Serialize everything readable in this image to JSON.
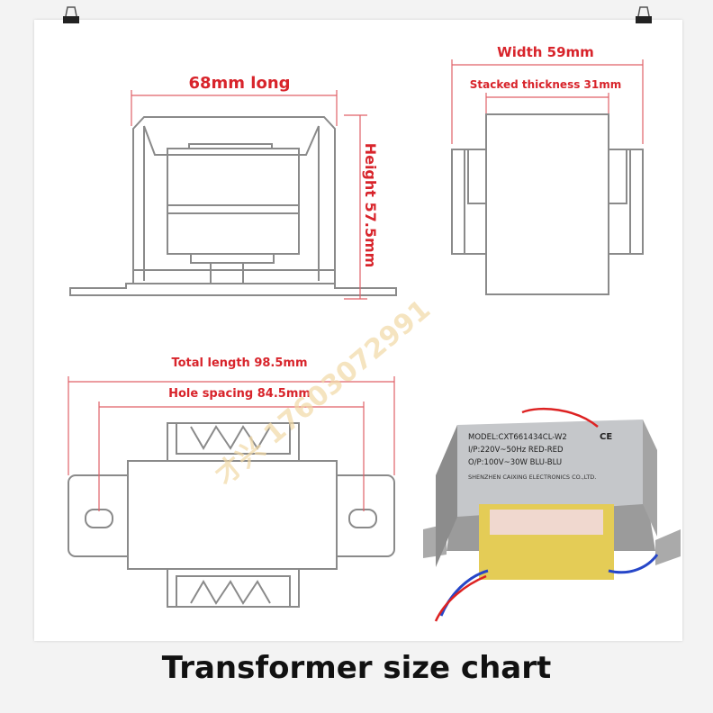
{
  "dimensions": {
    "length": "68mm long",
    "height": "Height 57.5mm",
    "width": "Width 59mm",
    "stack": "Stacked thickness 31mm",
    "total": "Total length 98.5mm",
    "hole": "Hole spacing 84.5mm"
  },
  "label_plate": {
    "model": "MODEL:CXT661434CL-W2",
    "ce": "CE",
    "input": "I/P:220V~50Hz  RED-RED",
    "output": "O/P:100V~30W  BLU-BLU",
    "maker": "SHENZHEN CAIXING ELECTRONICS CO.,LTD."
  },
  "watermark": "才兴 17603072991",
  "caption": "Transformer size chart",
  "colors": {
    "dimension": "#d8242b",
    "outline": "#8a8a8a"
  }
}
